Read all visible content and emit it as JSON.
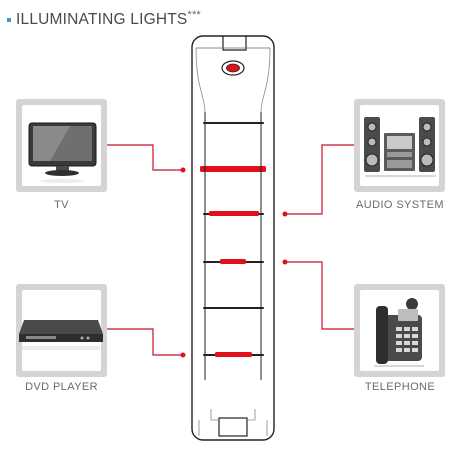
{
  "header": {
    "title": "ILLUMINATING LIGHTS",
    "title_suffix": "***"
  },
  "devices": [
    {
      "label": "TV",
      "icon": "tv-icon"
    },
    {
      "label": "AUDIO SYSTEM",
      "icon": "audio-system-icon"
    },
    {
      "label": "DVD PLAYER",
      "icon": "dvd-player-icon"
    },
    {
      "label": "TELEPHONE",
      "icon": "telephone-icon"
    }
  ],
  "colors": {
    "accent": "#e1111b",
    "line": "#c8102e",
    "box": "#d4d4d4",
    "text": "#6a6a6a",
    "title_bullet": "#3aa0b8"
  }
}
